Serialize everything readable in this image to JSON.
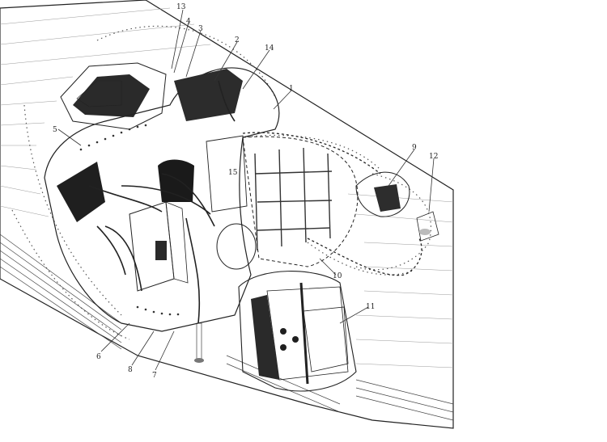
{
  "callouts": [
    {
      "id": "c13",
      "label": "13"
    },
    {
      "id": "c4",
      "label": "4"
    },
    {
      "id": "c3",
      "label": "3"
    },
    {
      "id": "c2",
      "label": "2"
    },
    {
      "id": "c14",
      "label": "14"
    },
    {
      "id": "c1",
      "label": "1"
    },
    {
      "id": "c5",
      "label": "5"
    },
    {
      "id": "c15",
      "label": "15"
    },
    {
      "id": "c9",
      "label": "9"
    },
    {
      "id": "c12",
      "label": "12"
    },
    {
      "id": "c10",
      "label": "10"
    },
    {
      "id": "c11",
      "label": "11"
    },
    {
      "id": "c6",
      "label": "6"
    },
    {
      "id": "c8",
      "label": "8"
    },
    {
      "id": "c7",
      "label": "7"
    }
  ],
  "colors": {
    "ink": "#222222",
    "paper": "#ffffff",
    "shadow": "#1a1a1a"
  }
}
